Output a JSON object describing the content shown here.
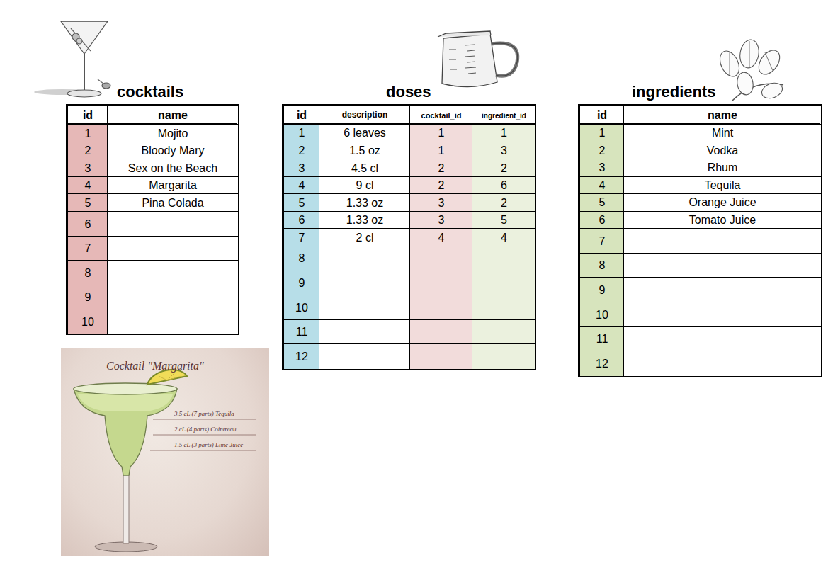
{
  "diagram": {
    "nodes": [
      {
        "text": [
          "cocktails"
        ]
      },
      {
        "text": [
          "doses"
        ]
      },
      {
        "text": [
          "ingredients"
        ]
      },
      {
        "text": [
          "Cocktail \"Margarita\"",
          "3.5 cL (7 parts) Tequila",
          "2 cL (4 parts) Cointreau",
          "1.5 cL (3 parts) Lime Juice"
        ]
      }
    ],
    "labels": [
      "id",
      "name",
      "1",
      "Mojito",
      "2",
      "Bloody Mary",
      "3",
      "Sex on the Beach",
      "4",
      "Margarita",
      "5",
      "Pina Colada",
      "6",
      "7",
      "8",
      "9",
      "10",
      "id",
      "description",
      "cocktail_id",
      "ingredient_id",
      "1",
      "6 leaves",
      "1",
      "1",
      "2",
      "1.5 oz",
      "1",
      "3",
      "3",
      "4.5 cl",
      "2",
      "2",
      "4",
      "9 cl",
      "2",
      "6",
      "5",
      "1.33 oz",
      "3",
      "2",
      "6",
      "1.33 oz",
      "3",
      "5",
      "7",
      "2 cl",
      "4",
      "4",
      "8",
      "9",
      "10",
      "11",
      "12",
      "id",
      "name",
      "1",
      "Mint",
      "2",
      "Vodka",
      "3",
      "Rhum",
      "4",
      "Tequila",
      "5",
      "Orange Juice",
      "6",
      "Tomato Juice",
      "7",
      "8",
      "9",
      "10",
      "11",
      "12"
    ]
  }
}
